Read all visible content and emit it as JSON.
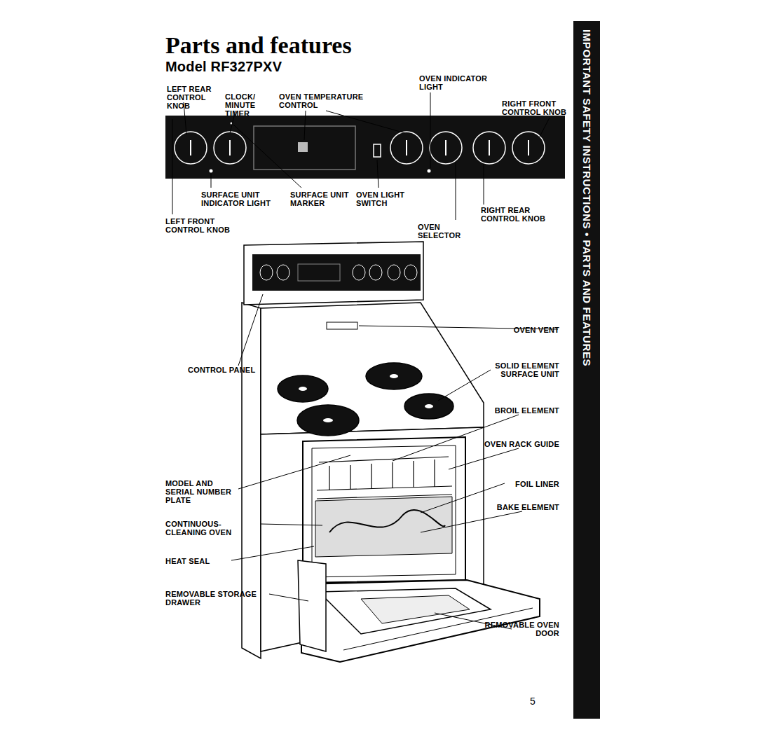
{
  "diagram": {
    "title": "Parts and features",
    "nodes": [
      {
        "text": [
          "IMPORTANT SAFETY INSTRUCTIONS • PARTS AND FEATURES"
        ]
      }
    ],
    "labels": [
      "Model RF327PXV",
      "LEFT REAR CONTROL KNOB",
      "CLOCK/ MINUTE TIMER",
      "OVEN TEMPERATURE CONTROL",
      "OVEN INDICATOR LIGHT",
      "RIGHT FRONT CONTROL KNOB",
      "SURFACE UNIT INDICATOR LIGHT",
      "SURFACE UNIT MARKER",
      "OVEN LIGHT SWITCH",
      "RIGHT REAR CONTROL KNOB",
      "LEFT FRONT CONTROL KNOB",
      "OVEN SELECTOR",
      "OVEN VENT",
      "CONTROL PANEL",
      "SOLID ELEMENT SURFACE UNIT",
      "BROIL ELEMENT",
      "OVEN RACK GUIDE",
      "MODEL AND SERIAL NUMBER PLATE",
      "FOIL LINER",
      "CONTINUOUS- CLEANING OVEN",
      "BAKE ELEMENT",
      "HEAT SEAL",
      "REMOVABLE STORAGE DRAWER",
      "REMOVABLE OVEN DOOR",
      "5"
    ]
  }
}
